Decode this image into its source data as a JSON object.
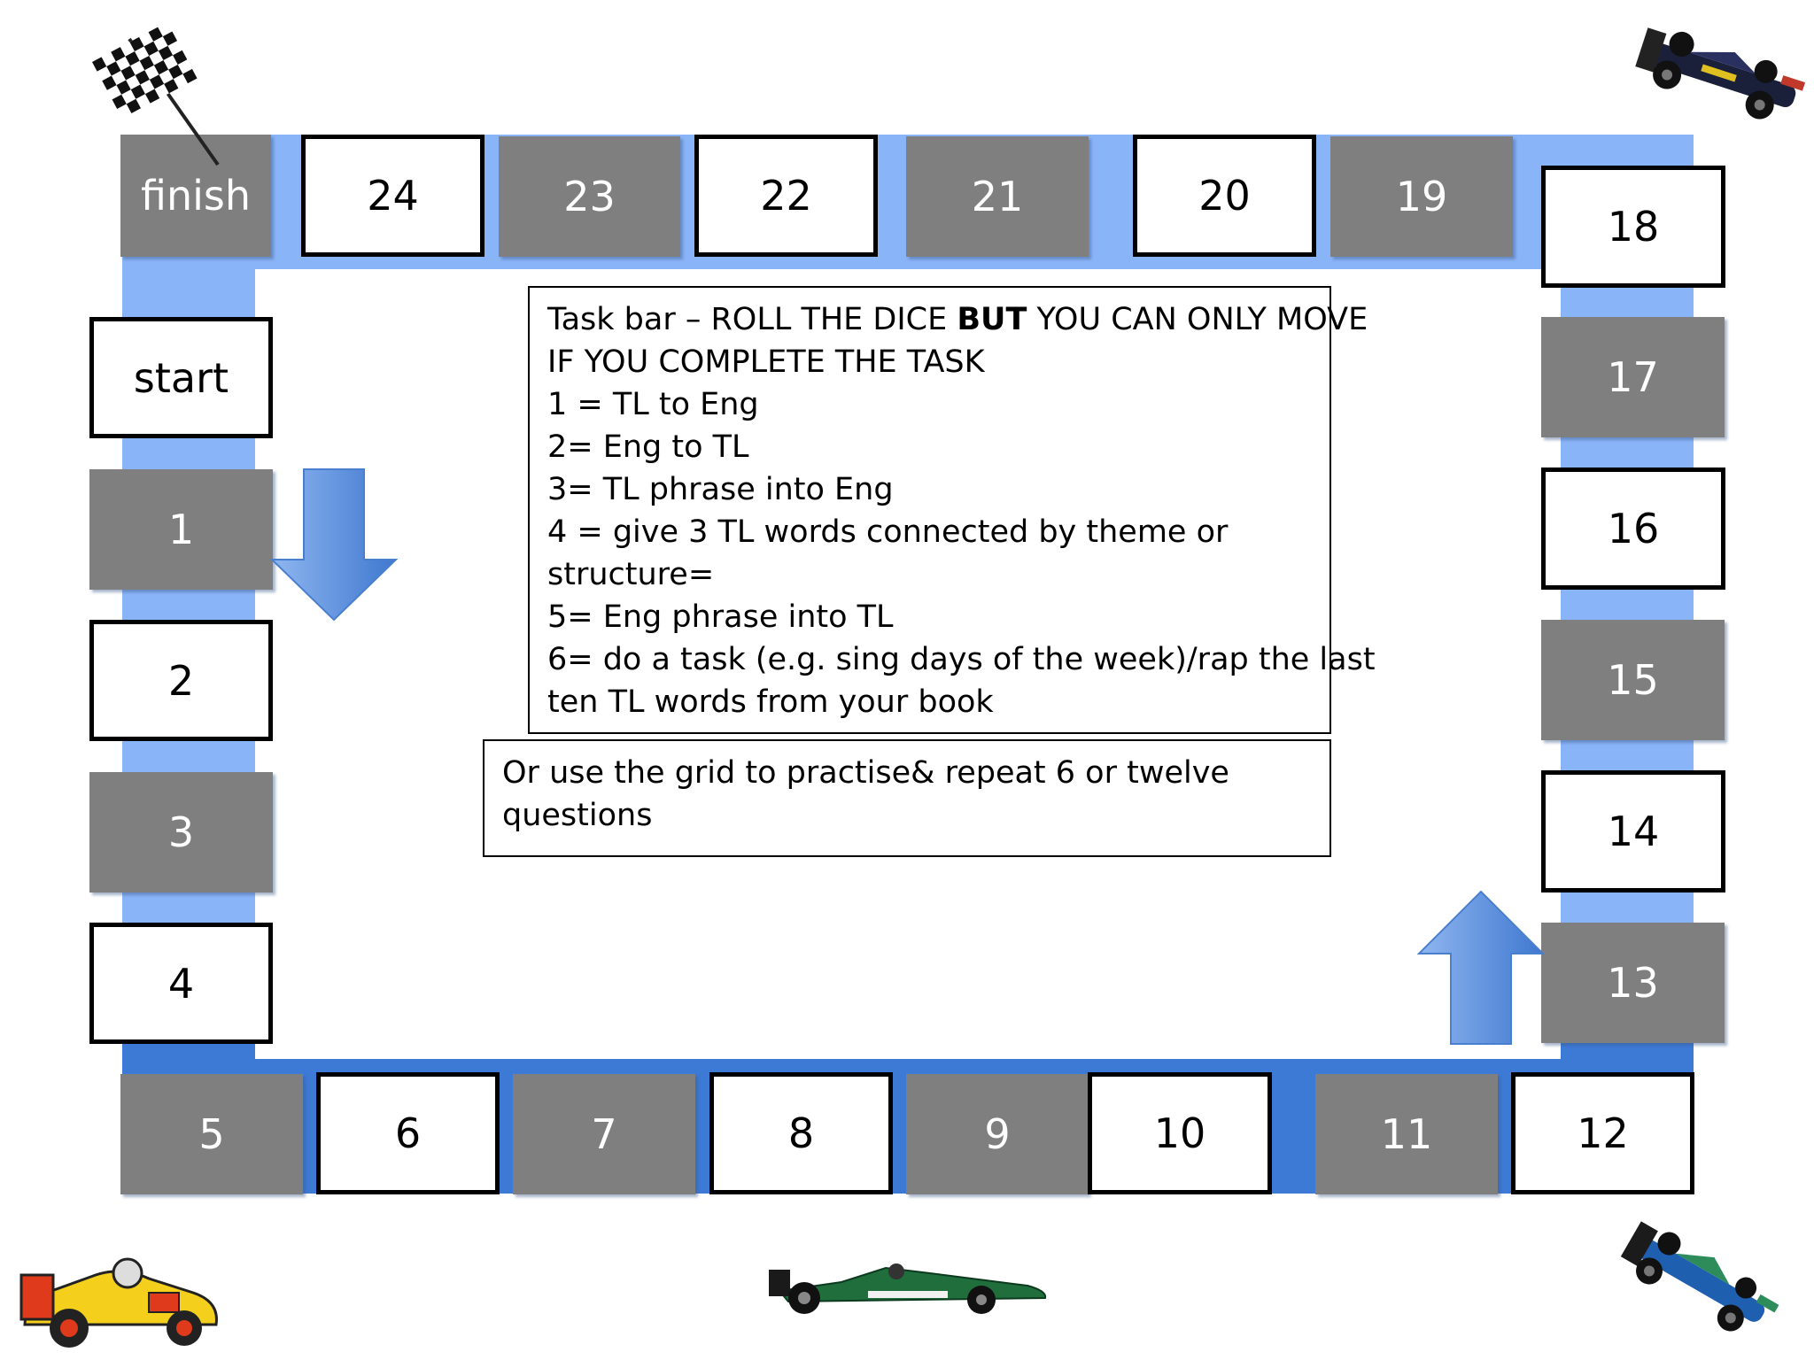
{
  "board": {
    "finish_label": "finish",
    "start_label": "start",
    "squares": [
      "1",
      "2",
      "3",
      "4",
      "5",
      "6",
      "7",
      "8",
      "9",
      "10",
      "11",
      "12",
      "13",
      "14",
      "15",
      "16",
      "17",
      "18",
      "19",
      "20",
      "21",
      "22",
      "23",
      "24"
    ]
  },
  "task_box": {
    "title_prefix": "Task bar – ROLL THE DICE ",
    "title_bold": "BUT",
    "title_suffix": " YOU CAN ONLY MOVE",
    "lines": [
      "IF YOU COMPLETE THE TASK",
      "1 = TL to Eng",
      "2= Eng to TL",
      "3= TL phrase into Eng",
      "4 =  give 3 TL words connected by theme or",
      "structure=",
      "5= Eng phrase into TL",
      "6= do a task (e.g. sing days of the week)/rap the last",
      "ten TL words from your book"
    ]
  },
  "grid_box": {
    "lines": [
      "Or use the grid to practise& repeat 6 or twelve",
      "questions"
    ]
  },
  "colors": {
    "track_light": "#8ab4f8",
    "track_dark": "#3d7ad6",
    "square_grey": "#7f7f7f",
    "square_white": "#ffffff",
    "arrow_blue": "#5b8fd9"
  },
  "icons": [
    "checkered-flag-icon",
    "race-car-icon",
    "down-arrow-icon",
    "up-arrow-icon"
  ]
}
